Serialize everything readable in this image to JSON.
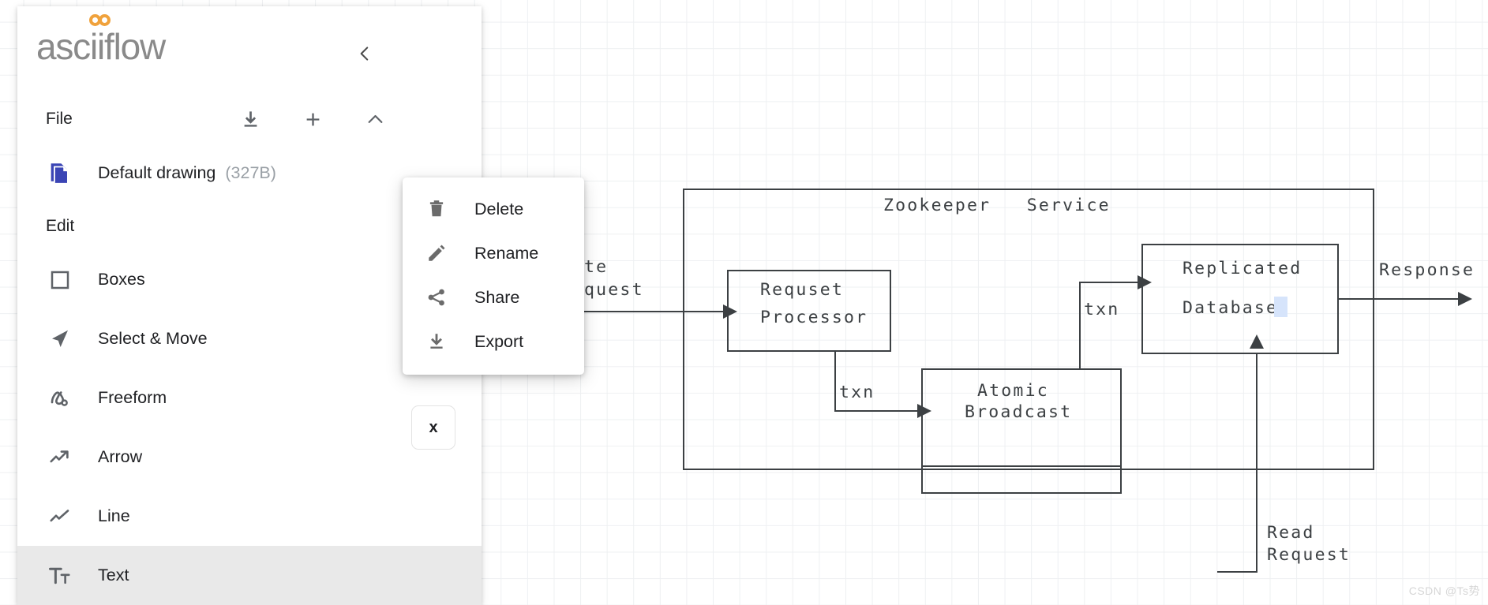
{
  "app": {
    "name": "asciiflow",
    "logo_color": "#8a8a8a",
    "logo_accent": "#f0a23c"
  },
  "sidebar": {
    "collapse_icon": "chevron-left-icon",
    "file": {
      "label": "File",
      "actions": [
        {
          "name": "download-icon",
          "glyph": "download"
        },
        {
          "name": "add-icon",
          "glyph": "plus"
        },
        {
          "name": "chevron-up-icon",
          "glyph": "chevron-up"
        }
      ],
      "drawings": [
        {
          "name": "Default drawing",
          "size": "(327B)",
          "icon": "file-copy-icon",
          "icon_color": "#3b45b5"
        }
      ]
    },
    "edit": {
      "label": "Edit",
      "tools": [
        {
          "label": "Boxes",
          "icon": "square-icon",
          "selected": false
        },
        {
          "label": "Select & Move",
          "icon": "cursor-arrow-icon",
          "selected": false
        },
        {
          "label": "Freeform",
          "icon": "freeform-scribble-icon",
          "selected": false
        },
        {
          "label": "Arrow",
          "icon": "trend-arrow-icon",
          "selected": false
        },
        {
          "label": "Line",
          "icon": "polyline-icon",
          "selected": false
        },
        {
          "label": "Text",
          "icon": "text-format-icon",
          "selected": true
        }
      ]
    }
  },
  "context_menu": {
    "items": [
      {
        "label": "Delete",
        "icon": "trash-icon"
      },
      {
        "label": "Rename",
        "icon": "pencil-icon"
      },
      {
        "label": "Share",
        "icon": "share-icon"
      },
      {
        "label": "Export",
        "icon": "download-icon"
      }
    ]
  },
  "close_button": {
    "label": "x"
  },
  "diagram": {
    "title": "Zookeeper   Service",
    "boxes": [
      {
        "name": "request-processor",
        "lines": [
          "Requset",
          "Processor"
        ]
      },
      {
        "name": "atomic-broadcast",
        "lines": [
          "Atomic",
          "Broadcast"
        ]
      },
      {
        "name": "replicated-database",
        "lines": [
          "Replicated",
          "Database"
        ]
      }
    ],
    "labels": [
      {
        "name": "write-request-label",
        "lines": [
          "te",
          "quest"
        ]
      },
      {
        "name": "txn-label-left",
        "text": "txn"
      },
      {
        "name": "txn-label-right",
        "text": "txn"
      },
      {
        "name": "response-label",
        "text": "Response"
      },
      {
        "name": "read-request-label",
        "lines": [
          "Read",
          "Request"
        ]
      }
    ]
  },
  "watermark": {
    "text": "CSDN @Ts势"
  }
}
